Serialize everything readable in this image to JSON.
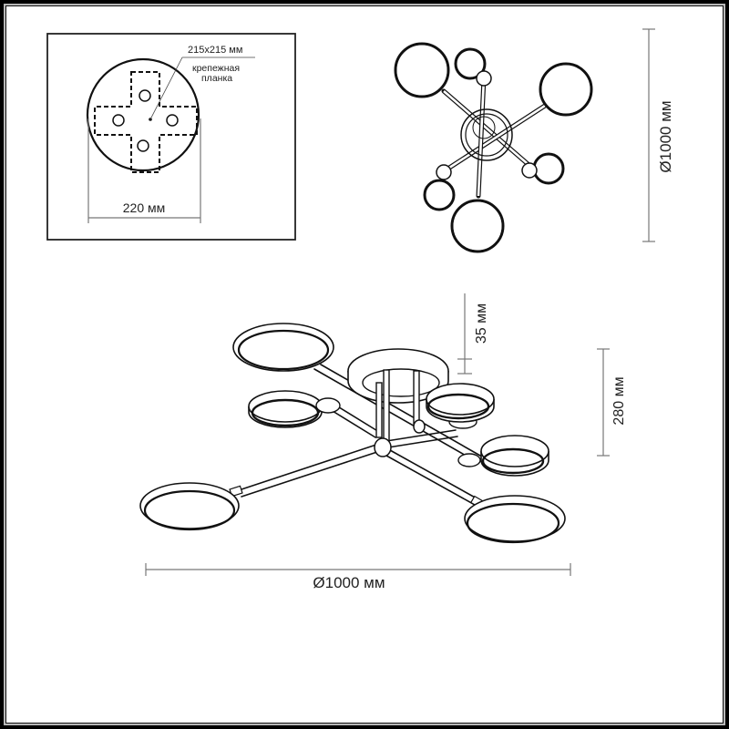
{
  "diagram": {
    "type": "technical-drawing",
    "subject": "ceiling chandelier with ring lamps",
    "mounting_inset": {
      "plate_size_label": "215x215 мм",
      "plate_name_line1": "крепежная",
      "plate_name_line2": "планка",
      "base_diameter_label": "220 мм"
    },
    "top_view": {
      "diameter_label": "Ø1000 мм",
      "ring_count": 6
    },
    "side_view": {
      "canopy_height_label": "35 мм",
      "total_height_label": "280 мм",
      "diameter_label": "Ø1000 мм"
    },
    "colors": {
      "line": "#111111",
      "dimension_line": "#777777",
      "background": "#ffffff",
      "frame": "#000000"
    }
  }
}
